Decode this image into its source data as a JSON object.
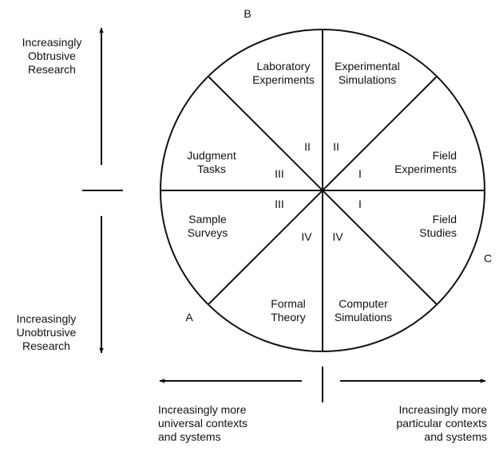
{
  "points": {
    "b": "B",
    "c": "C",
    "a": "A"
  },
  "axes": {
    "top": [
      "Increasingly",
      "Obtrusive",
      "Research"
    ],
    "bottom": [
      "Increasingly",
      "Unobtrusive",
      "Research"
    ],
    "left": [
      "Increasingly more",
      "universal contexts",
      "and systems"
    ],
    "right": [
      "Increasingly more",
      "particular contexts",
      "and systems"
    ]
  },
  "segments": {
    "laboratory": [
      "Laboratory",
      "Experiments"
    ],
    "experimental": [
      "Experimental",
      "Simulations"
    ],
    "judgment": [
      "Judgment",
      "Tasks"
    ],
    "field_experiments": [
      "Field",
      "Experiments"
    ],
    "sample": [
      "Sample",
      "Surveys"
    ],
    "field_studies": [
      "Field",
      "Studies"
    ],
    "formal": [
      "Formal",
      "Theory"
    ],
    "computer": [
      "Computer",
      "Simulations"
    ]
  },
  "quadrants": {
    "ii_left": "II",
    "ii_right": "II",
    "iii_upper": "III",
    "i_upper": "I",
    "iii_lower": "III",
    "i_lower": "I",
    "iv_left": "IV",
    "iv_right": "IV"
  }
}
